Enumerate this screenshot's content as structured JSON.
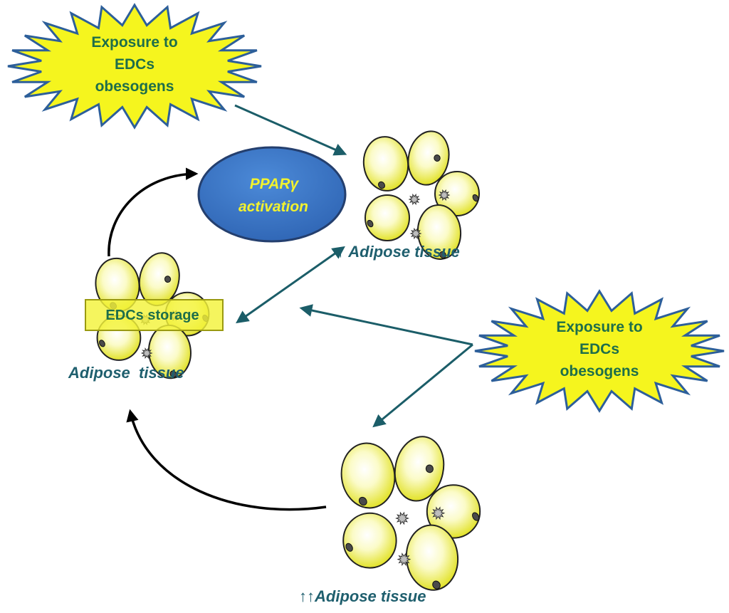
{
  "burst_top": {
    "line1": "Exposure to",
    "line2": "EDCs",
    "line3": "obesogens"
  },
  "burst_right": {
    "line1": "Exposure to",
    "line2": "EDCs",
    "line3": "obesogens"
  },
  "ppar": {
    "line1": "PPARγ",
    "line2": "activation"
  },
  "storage": {
    "label": "EDCs storage"
  },
  "tissue_top": {
    "label": "↑ Adipose tissue"
  },
  "tissue_left": {
    "label": "Adipose  tissue"
  },
  "tissue_bottom": {
    "label": "↑↑Adipose tissue"
  },
  "colors": {
    "burst_fill": "#f5f51e",
    "burst_stroke": "#2d5f9a",
    "ellipse_fill": "#3a74c6",
    "arrow_teal": "#1b5d68",
    "arrow_black": "#000000",
    "cell_fill": "#e8e832",
    "nucleus": "#4a4a4a",
    "storage_fill": "#f3f33a"
  }
}
